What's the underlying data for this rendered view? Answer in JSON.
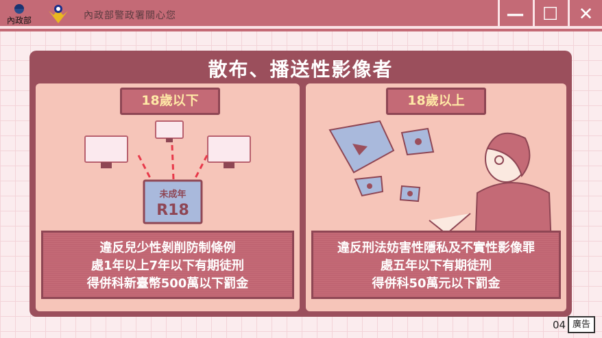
{
  "window": {
    "title": "內政部警政署關心您",
    "logo_text": "內政部",
    "controls": {
      "minimize": "—",
      "maximize": "☐",
      "close": "✕"
    }
  },
  "main": {
    "title": "散布、播送性影像者",
    "left": {
      "tag": "18歲以下",
      "badge_line1": "未成年",
      "badge_line2": "R18",
      "lines": [
        "違反兒少性剝削防制條例",
        "處1年以上7年以下有期徒刑",
        "得併科新臺幣500萬以下罰金"
      ]
    },
    "right": {
      "tag": "18歲以上",
      "lines": [
        "違反刑法妨害性隱私及不實性影像罪",
        "處五年以下有期徒刑",
        "得併科50萬元以下罰金"
      ]
    }
  },
  "footer": {
    "page": "04",
    "ad_label": "廣告"
  },
  "colors": {
    "titlebar": "#c46a76",
    "panel": "#9b4f5c",
    "card": "#f6c5b9",
    "tag_text": "#ffe9a6",
    "badge": "#a9b9dc"
  }
}
